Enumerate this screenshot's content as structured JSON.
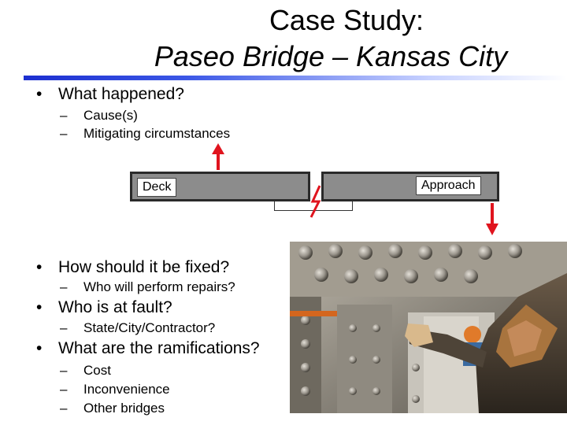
{
  "slide": {
    "title_line1": "Case Study:",
    "title_line2": "Paseo Bridge – Kansas City"
  },
  "bullets": [
    {
      "text": "What happened?",
      "subs": [
        "Cause(s)",
        "Mitigating circumstances"
      ]
    },
    {
      "text": "How should it be fixed?",
      "subs": [
        "Who will perform repairs?"
      ]
    },
    {
      "text": "Who is at fault?",
      "subs": [
        "State/City/Contractor?"
      ]
    },
    {
      "text": "What are the ramifications?",
      "subs": [
        "Cost",
        "Inconvenience",
        "Other bridges"
      ]
    }
  ],
  "symbols": {
    "bullet": "•",
    "dash": "–"
  },
  "diagram": {
    "deck_label": "Deck",
    "approach_label": "Approach",
    "arrow_color": "#e0141e",
    "beam_color": "#8c8c8c"
  },
  "photo": {
    "subject": "workers repairing riveted steel girder"
  },
  "colors": {
    "title_rule": "#1c2fd0"
  }
}
